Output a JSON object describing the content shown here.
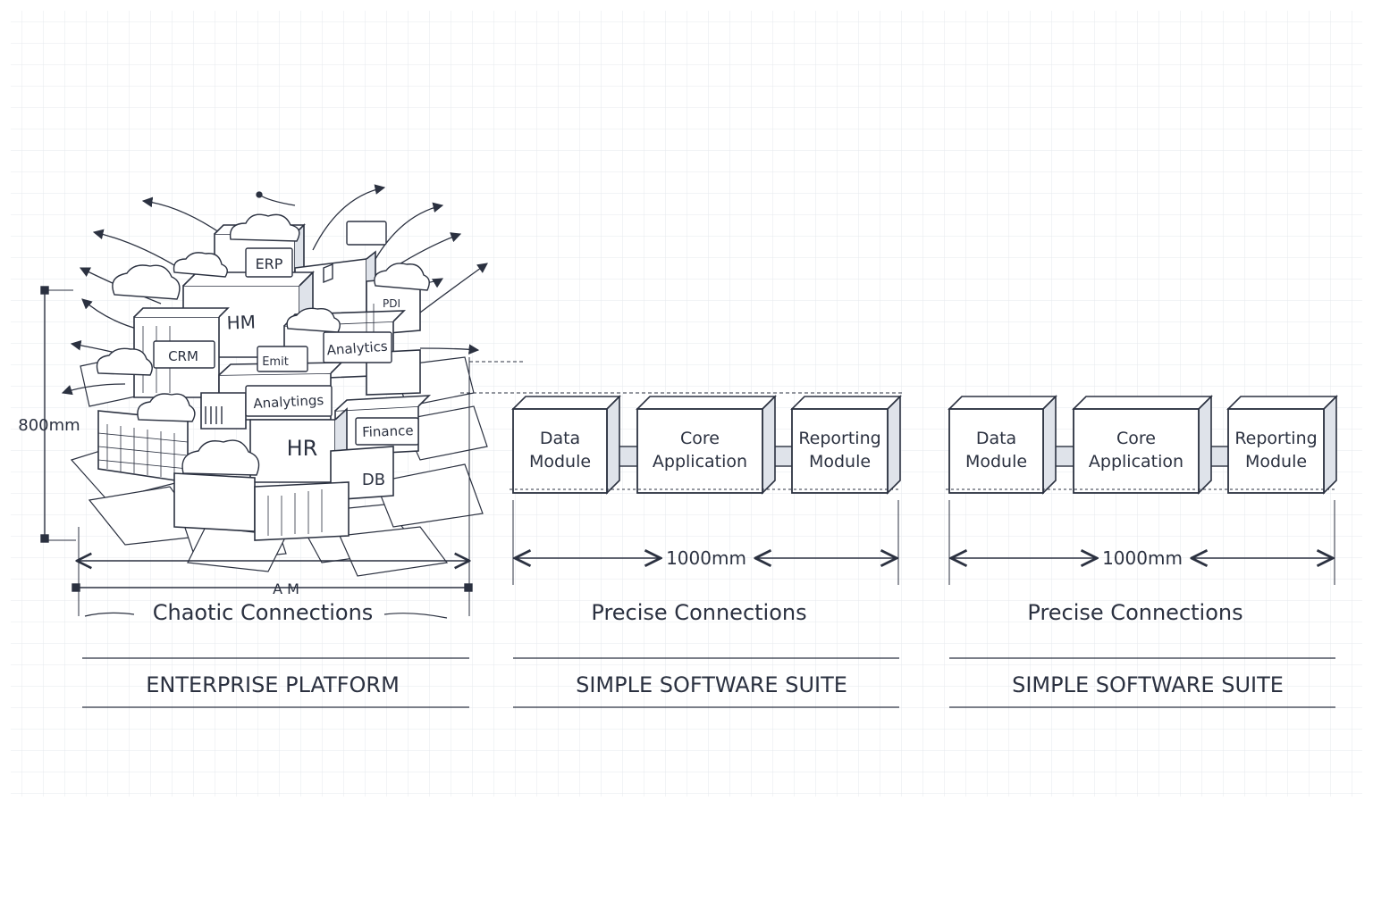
{
  "colors": {
    "ink": "#2b3140",
    "grid": "#e6e9ee",
    "background": "#ffffff",
    "shade": "#dfe3ea"
  },
  "enterprise": {
    "height_label": "800mm",
    "width_label": "A M",
    "subtitle": "Chaotic Connections",
    "title": "ENTERPRISE PLATFORM",
    "blocks": [
      "ERP",
      "HM",
      "CRM",
      "Emit",
      "Analytics",
      "Analytings",
      "Finance",
      "HR",
      "DB",
      "PDI"
    ]
  },
  "suites": [
    {
      "modules": [
        {
          "line1": "Data",
          "line2": "Module"
        },
        {
          "line1": "Core",
          "line2": "Application"
        },
        {
          "line1": "Reporting",
          "line2": "Module"
        }
      ],
      "dimension_label": "1000mm",
      "subtitle": "Precise Connections",
      "title": "SIMPLE SOFTWARE SUITE"
    },
    {
      "modules": [
        {
          "line1": "Data",
          "line2": "Module"
        },
        {
          "line1": "Core",
          "line2": "Application"
        },
        {
          "line1": "Reporting",
          "line2": "Module"
        }
      ],
      "dimension_label": "1000mm",
      "subtitle": "Precise Connections",
      "title": "SIMPLE SOFTWARE SUITE"
    }
  ]
}
